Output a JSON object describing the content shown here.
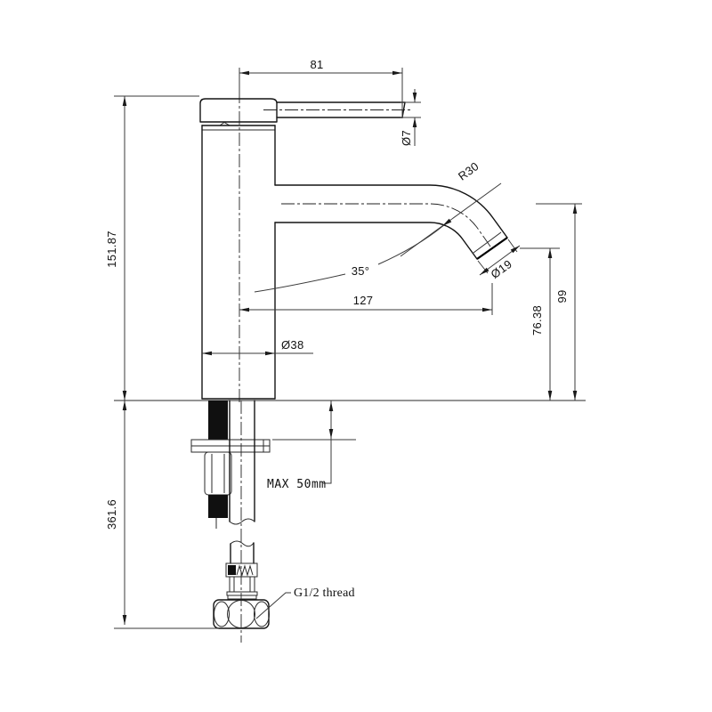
{
  "drawing": {
    "background": "#ffffff",
    "line_color": "#1a1a1a",
    "labels": {
      "handle_length": "81",
      "handle_tip_diameter": "Ø7",
      "deck_to_top_height": "151.87",
      "overall_height": "361.6",
      "body_diameter": "Ø38",
      "spout_reach": "127",
      "outlet_height": "76.38",
      "centerline_height": "99",
      "bend_radius": "R30",
      "outlet_diameter": "Ø19",
      "outlet_angle": "35°",
      "max_counter_thickness": "MAX 50mm",
      "inlet_thread": "G1/2 thread"
    }
  }
}
